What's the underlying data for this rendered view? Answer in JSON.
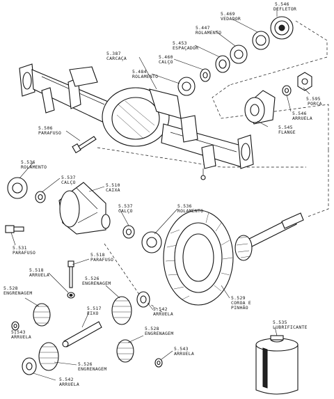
{
  "labels": {
    "defletor": {
      "code": "5.546",
      "name": "DEFLETOR"
    },
    "vedador": {
      "code": "5.469",
      "name": "VEDADOR"
    },
    "rol_447": {
      "code": "5.447",
      "name": "ROLAMENTO"
    },
    "espacador": {
      "code": "5.453",
      "name": "ESPAÇADOR"
    },
    "calco_460": {
      "code": "5.460",
      "name": "CALÇO"
    },
    "carcaca": {
      "code": "5.387",
      "name": "CARCAÇA"
    },
    "rol_484": {
      "code": "5.484",
      "name": "ROLAMENTO"
    },
    "porca": {
      "code": "5.595",
      "name": "PORCA"
    },
    "arruela_546": {
      "code": "5.546",
      "name": "ARRUELA"
    },
    "flange": {
      "code": "5.545",
      "name": "FLANGE"
    },
    "paraf_506": {
      "code": "5.506",
      "name": "PARAFUSO"
    },
    "rol_536a": {
      "code": "5.536",
      "name": "ROLAMENTO"
    },
    "calco_537a": {
      "code": "5.537",
      "name": "CALÇO"
    },
    "caixa": {
      "code": "5.510",
      "name": "CAIXA"
    },
    "calco_537b": {
      "code": "5.537",
      "name": "CALÇO"
    },
    "rol_536b": {
      "code": "5.536",
      "name": "ROLAMENTO"
    },
    "paraf_531": {
      "code": "5.531",
      "name": "PARAFUSO"
    },
    "paraf_518": {
      "code": "5.518",
      "name": "PARAFUSO"
    },
    "arruela_518": {
      "code": "5.518",
      "name": "ARRUELA"
    },
    "eng_526a": {
      "code": "5.526",
      "name": "ENGRENAGEM"
    },
    "eng_528a": {
      "code": "5.528",
      "name": "ENGRENAGEM"
    },
    "eixo": {
      "code": "5.517",
      "name": "EIXO"
    },
    "arruela_542a": {
      "code": "5.542",
      "name": "ARRUELA"
    },
    "coroa": {
      "code": "5.529",
      "name": "COROA E",
      "name2": "PINHÃO"
    },
    "arruela_543a": {
      "code": "5.543",
      "name": "ARRUELA"
    },
    "eng_528b": {
      "code": "5.528",
      "name": "ENGRENAGEM"
    },
    "arruela_543b": {
      "code": "5.543",
      "name": "ARRUELA"
    },
    "eng_526b": {
      "code": "5.526",
      "name": "ENGRENAGEM"
    },
    "arruela_542b": {
      "code": "5.542",
      "name": "ARRUELA"
    },
    "lubrificante": {
      "code": "5.535",
      "name": "LUBRIFICANTE"
    }
  }
}
